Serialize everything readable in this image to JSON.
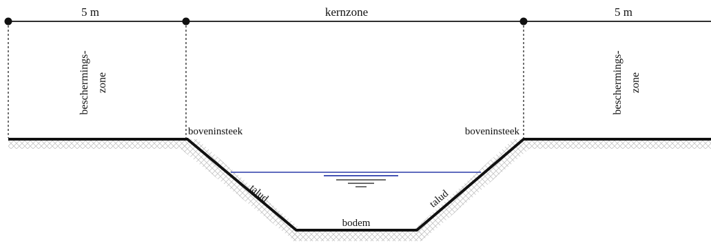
{
  "labels": {
    "left_width": "5 m",
    "core": "kernzone",
    "right_width": "5 m",
    "left_zone_line1": "beschermings-",
    "left_zone_line2": "zone",
    "right_zone_line1": "beschermings-",
    "right_zone_line2": "zone",
    "top_edge_left": "boveninsteek",
    "top_edge_right": "boveninsteek",
    "slope_left": "talud",
    "slope_right": "talud",
    "bottom": "bodem"
  },
  "colors": {
    "line": "#111111",
    "water": "#2a3aa8",
    "hatch": "#b9b9b9"
  }
}
